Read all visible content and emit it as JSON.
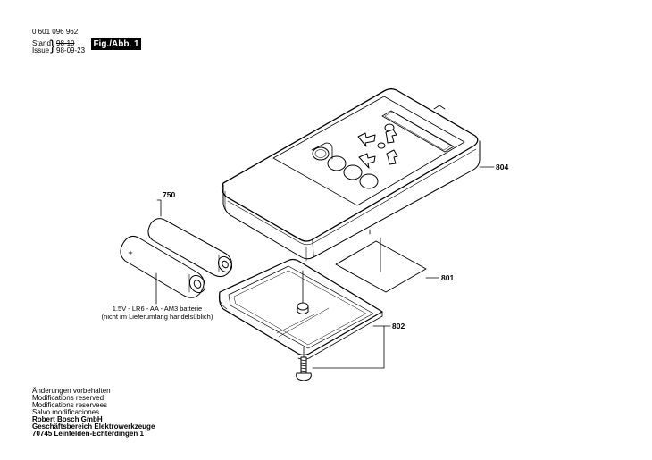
{
  "header": {
    "doc_number": "0 601 096 962",
    "stand_label": "Stand",
    "issue_label": "Issue",
    "stand_date": "98-10",
    "issue_date": "98-09-23",
    "figure_label": "Fig./Abb. 1"
  },
  "parts": {
    "remote": "804",
    "batteries": "750",
    "label_plate": "801",
    "cover": "802"
  },
  "battery_note": {
    "line1": "1.5V - LR6 - AA - AM3 batterie",
    "line2": "(nicht im Lieferumfang handelsüblich)"
  },
  "footer": {
    "lines": [
      "Änderungen vorbehalten",
      "Modifications reserved",
      "Modifications reservees",
      "Salvo modificaciones"
    ],
    "company_lines": [
      "Robert Bosch GmbH",
      "Geschäftsbereich Elektrowerkzeuge",
      "70745 Leinfelden-Echterdingen 1"
    ]
  }
}
